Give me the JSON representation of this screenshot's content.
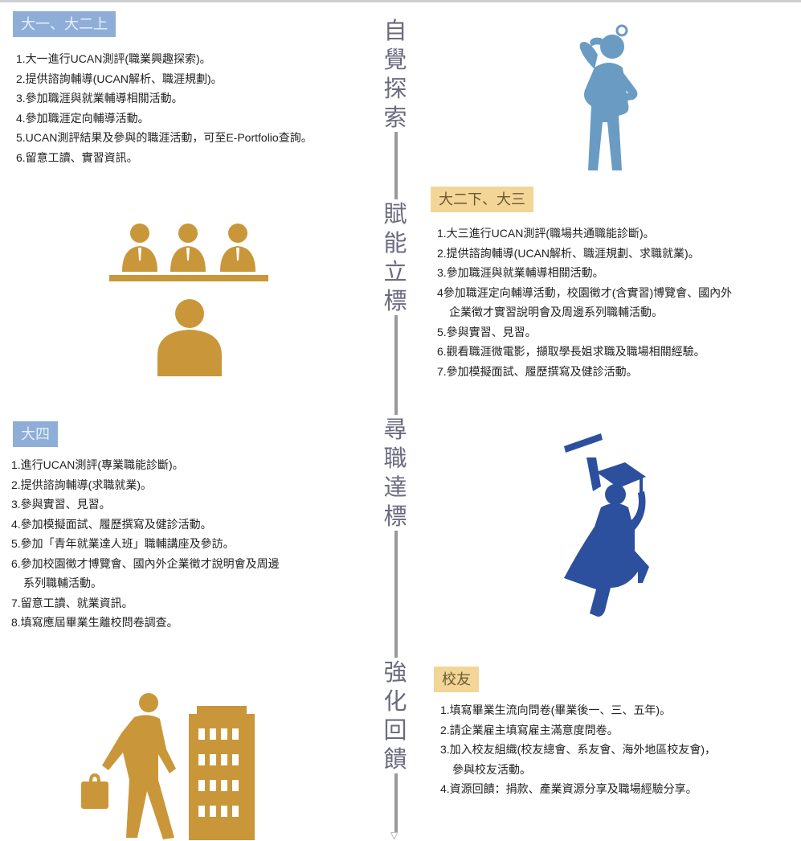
{
  "stages": [
    {
      "line1": "自覺",
      "line2": "探索"
    },
    {
      "line1": "賦能",
      "line2": "立標"
    },
    {
      "line1": "尋職",
      "line2": "達標"
    },
    {
      "line1": "強化",
      "line2": "回饋"
    }
  ],
  "sections": [
    {
      "tag": "大一、大二上",
      "items": [
        "1.大一進行UCAN測評(職業興趣探索)。",
        "2.提供諮詢輔導(UCAN解析、職涯規劃)。",
        "3.參加職涯與就業輔導相關活動。",
        "4.參加職涯定向輔導活動。",
        "5.UCAN測評結果及參與的職涯活動，可至E-Portfolio查詢。",
        "6.留意工讀、實習資訊。"
      ]
    },
    {
      "tag": "大二下、大三",
      "items": [
        "1.大三進行UCAN測評(職場共通職能診斷)。",
        "2.提供諮詢輔導(UCAN解析、職涯規劃、求職就業)。",
        "3.參加職涯與就業輔導相關活動。",
        "4參加職涯定向輔導活動，校園徵才(含實習)博覽會、國內外",
        "企業徵才實習說明會及周邊系列職輔活動。",
        "5.參與實習、見習。",
        "6.觀看職涯微電影，擷取學長姐求職及職場相關經驗。",
        "7.參加模擬面試、履歷撰寫及健診活動。"
      ]
    },
    {
      "tag": "大四",
      "items": [
        "1.進行UCAN測評(專業職能診斷)。",
        "2.提供諮詢輔導(求職就業)。",
        "3.參與實習、見習。",
        "4.參加模擬面試、履歷撰寫及健診活動。",
        "5.參加「青年就業達人班」職輔講座及參訪。",
        "6.參加校園徵才博覽會、國內外企業徵才說明會及周邊",
        "系列職輔活動。",
        "7.留意工讀、就業資訊。",
        "8.填寫應屆畢業生離校問卷調查。"
      ]
    },
    {
      "tag": "校友",
      "items": [
        "1.填寫畢業生流向問卷(畢業後一、三、五年)。",
        "2.請企業雇主填寫雇主滿意度問卷。",
        "3.加入校友組織(校友總會、系友會、海外地區校友會)，",
        "參與校友活動。",
        "4.資源回饋：捐款、產業資源分享及職場經驗分享。"
      ]
    }
  ],
  "colors": {
    "blue_tag": "#8eaed8",
    "gold_tag": "#f3d597",
    "thinking_figure": "#6a9bc3",
    "gold_icon": "#c9973a",
    "graduate": "#2c4f9e",
    "axis": "#9a9a9a"
  },
  "icons": [
    "thinking-person-icon",
    "interview-panel-icon",
    "graduate-icon",
    "businessman-building-icon"
  ]
}
